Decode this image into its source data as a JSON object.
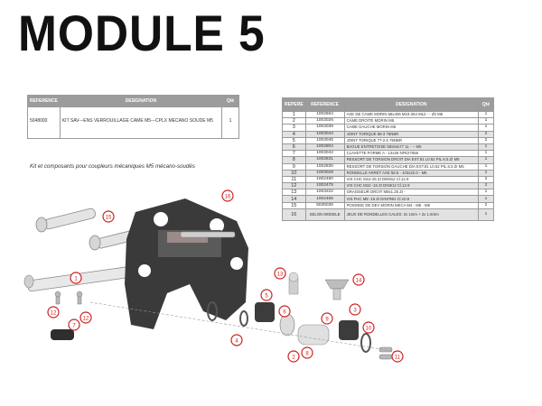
{
  "title": "MODULE 5",
  "left_table": {
    "headers": [
      "REFERENCE",
      "DESIGNATION",
      "Qté"
    ],
    "rows": [
      {
        "ref": "5048000",
        "des": "KIT SAV---ENS VERROUILLAGE CAME M5---CPLX MECANO SOUDE M5",
        "qty": "1"
      }
    ]
  },
  "right_table": {
    "headers": [
      "REPERE",
      "REFERENCE",
      "DESIGNATION",
      "Qté"
    ],
    "rows": [
      {
        "rep": "1",
        "ref": "1002664",
        "des": "AXE DE CAME MORIN 58x406 M10-264 M12 - - Zb M5",
        "qty": "1"
      },
      {
        "rep": "2",
        "ref": "1003026",
        "des": "CAME DROITE MORIN M5",
        "qty": "1"
      },
      {
        "rep": "3",
        "ref": "1003039",
        "des": "CAME GAUCHE MORIN M5",
        "qty": "1"
      },
      {
        "rep": "4",
        "ref": "1003044",
        "des": "JOINT TORIQUE 58-3 75NBR",
        "qty": "2"
      },
      {
        "rep": "5",
        "ref": "1003045",
        "des": "JOINT TORIQUE 77-2.5 75NBR",
        "qty": "2"
      },
      {
        "rep": "6",
        "ref": "1002804",
        "des": "BAGUE ENTRETOISE 58x94x77 11 - -- M5",
        "qty": "1"
      },
      {
        "rep": "7",
        "ref": "1003042",
        "des": "CLAVETTE FORME A - 14x26 NFE27656",
        "qty": "1"
      },
      {
        "rep": "8",
        "ref": "1002831",
        "des": "RESSORT DE TORSION DROIT DIA EXT.81 L0.52 PIL.6.5 ZI M5",
        "qty": "1"
      },
      {
        "rep": "9",
        "ref": "1002830",
        "des": "RESSORT DE TORSION GAUCHE DIA EXT.81 L0.52 PIL.6.5 ZI M5",
        "qty": "1"
      },
      {
        "rep": "10",
        "ref": "1003029",
        "des": "RONDELLE ARRET AXE 58.5 - 103x22.0 - M5",
        "qty": "1"
      },
      {
        "rep": "11",
        "ref": "1002480",
        "des": "VIS CHC M12-25 ZI DIN912 Cl.12.9",
        "qty": "2"
      },
      {
        "rep": "12",
        "ref": "1002475",
        "des": "VIS CHC M10 -16 ZI DIN912 Cl.12.9",
        "qty": "2"
      },
      {
        "rep": "13",
        "ref": "1003222",
        "des": "GRAISSEUR DROIT M8x1.25 ZI -",
        "qty": "1"
      },
      {
        "rep": "14",
        "ref": "1002485",
        "des": "VIS FHC M8 -16 ZI DIN7991 Cl.10.9",
        "qty": "1"
      },
      {
        "rep": "15",
        "ref": "5035036",
        "des": "POIGNEE DE DEV MORIN MECA M4 - M5 - M6",
        "qty": "2"
      },
      {
        "rep": "16",
        "ref": "SELON MODELE",
        "des": "JEUX DE RONDELLES CALES: 2x 1mm + 2x 1.5mm",
        "qty": "1"
      }
    ]
  },
  "diagram": {
    "caption": "Kit et composants pour coupleurs mécaniques M5 mécano-soudés",
    "callouts": [
      "1",
      "2",
      "3",
      "4",
      "5",
      "6",
      "7",
      "8",
      "9",
      "10",
      "11",
      "12",
      "13",
      "14",
      "15",
      "16"
    ],
    "callout_color": "#cc2222"
  }
}
